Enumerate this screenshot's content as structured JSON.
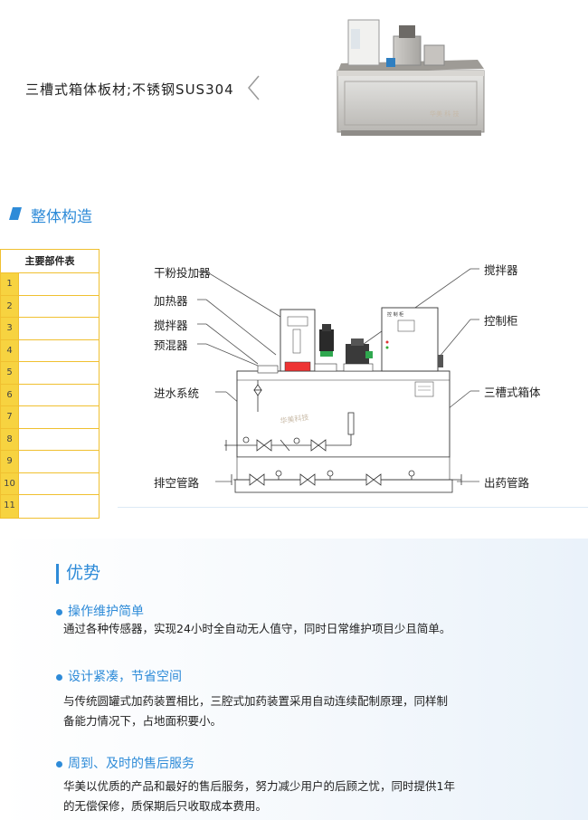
{
  "top_caption": "三槽式箱体板材;不锈钢SUS304",
  "product_watermark": "华美 科 技",
  "section_structure": {
    "title": "整体构造"
  },
  "parts_table": {
    "header": "主要部件表",
    "rows": [
      "1",
      "2",
      "3",
      "4",
      "5",
      "6",
      "7",
      "8",
      "9",
      "10",
      "11"
    ]
  },
  "diagram": {
    "labels_left": [
      "干粉投加器",
      "加热器",
      "搅拌器",
      "预混器",
      "进水系统",
      "排空管路"
    ],
    "labels_right": [
      "搅拌器",
      "控制柜",
      "三槽式箱体",
      "出药管路"
    ],
    "watermark": "华美科技",
    "cabinet_text": "控 制 柜"
  },
  "section_advantage": {
    "title": "优势",
    "items": [
      {
        "title": "操作维护简单",
        "body": [
          "通过各种传感器，实现24小时全自动无人值守，同时日常维护项目少且简单。"
        ]
      },
      {
        "title": "设计紧凑，节省空间",
        "body": [
          "与传统圆罐式加药装置相比，三腔式加药装置采用自动连续配制原理，同样制",
          "备能力情况下，占地面积要小。"
        ]
      },
      {
        "title": "周到、及时的售后服务",
        "body": [
          "华美以优质的产品和最好的售后服务，努力减少用户的后顾之忧，同时提供1年",
          "的无偿保修，质保期后只收取成本费用。"
        ]
      }
    ]
  },
  "colors": {
    "accent": "#2e8bd8",
    "table_yellow": "#f7d340"
  }
}
